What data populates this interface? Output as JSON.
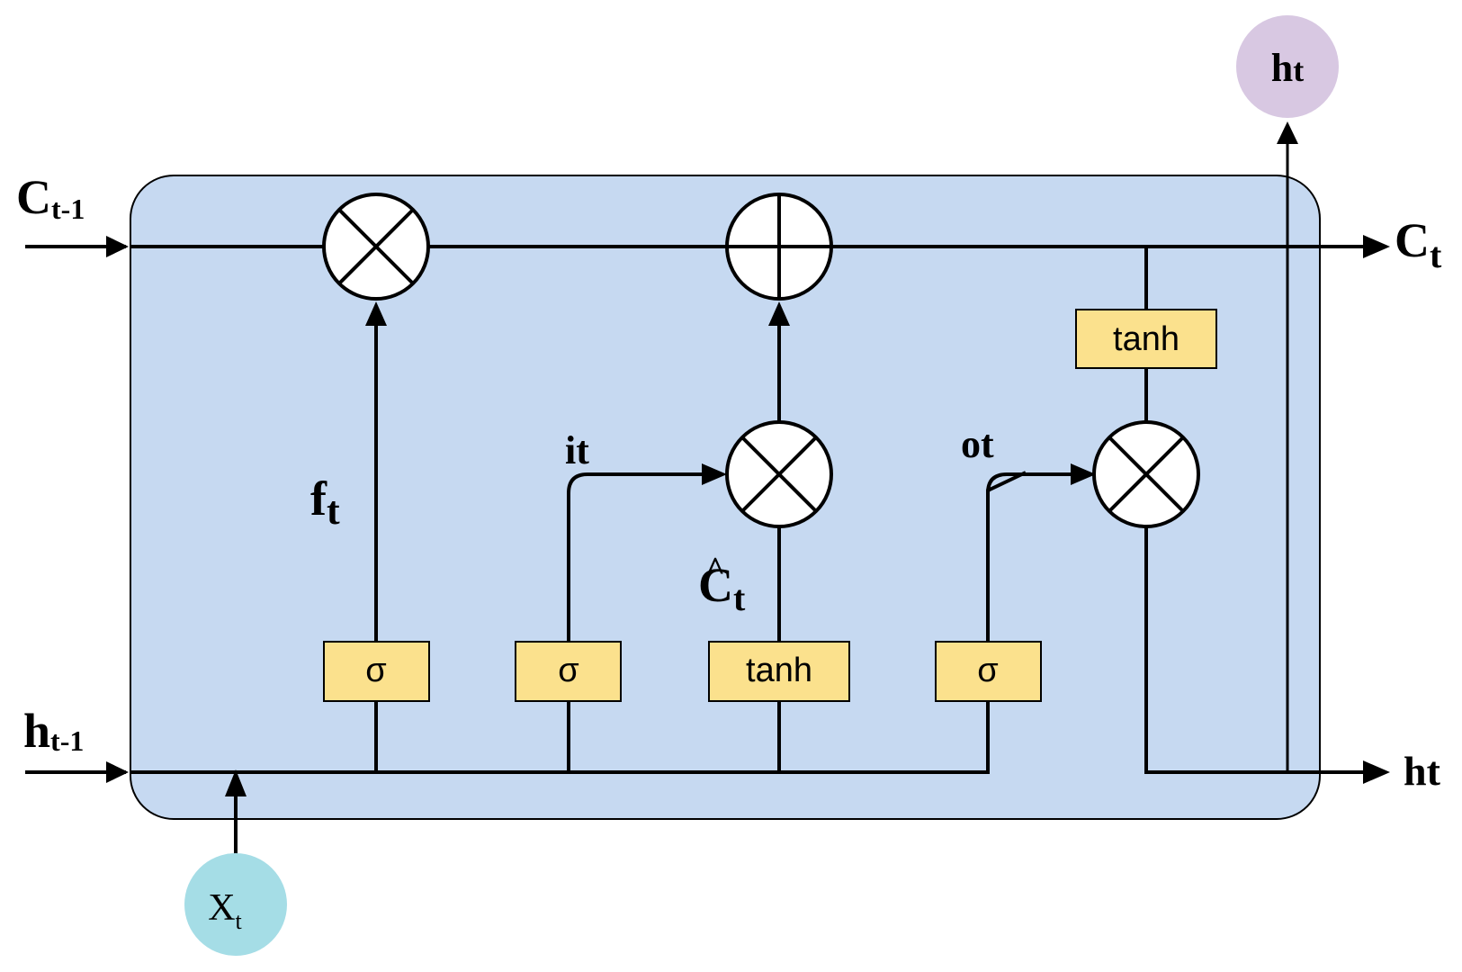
{
  "colors": {
    "cell_fill": "#c6d9f1",
    "gate_fill": "#fbe18d",
    "input_node": "#a5dde6",
    "output_node": "#d8c8e2"
  },
  "labels": {
    "c_prev_main": "C",
    "c_prev_sub": "t-1",
    "h_prev_main": "h",
    "h_prev_sub": "t-1",
    "c_out_main": "C",
    "c_out_sub": "t",
    "h_out": "ht",
    "h_top_main": "h",
    "h_top_sub": "t",
    "x_main": "X",
    "x_sub": "t",
    "f_main": "f",
    "f_sub": "t",
    "i_gate": "it",
    "o_gate": "ot",
    "c_hat_main": "C",
    "c_hat_sub": "t",
    "c_hat_accent": "^"
  },
  "gates": {
    "forget": "σ",
    "input": "σ",
    "candidate": "tanh",
    "output": "σ",
    "cell_tanh": "tanh"
  },
  "operators": {
    "multiply": "multiply-operator",
    "add": "add-operator"
  }
}
